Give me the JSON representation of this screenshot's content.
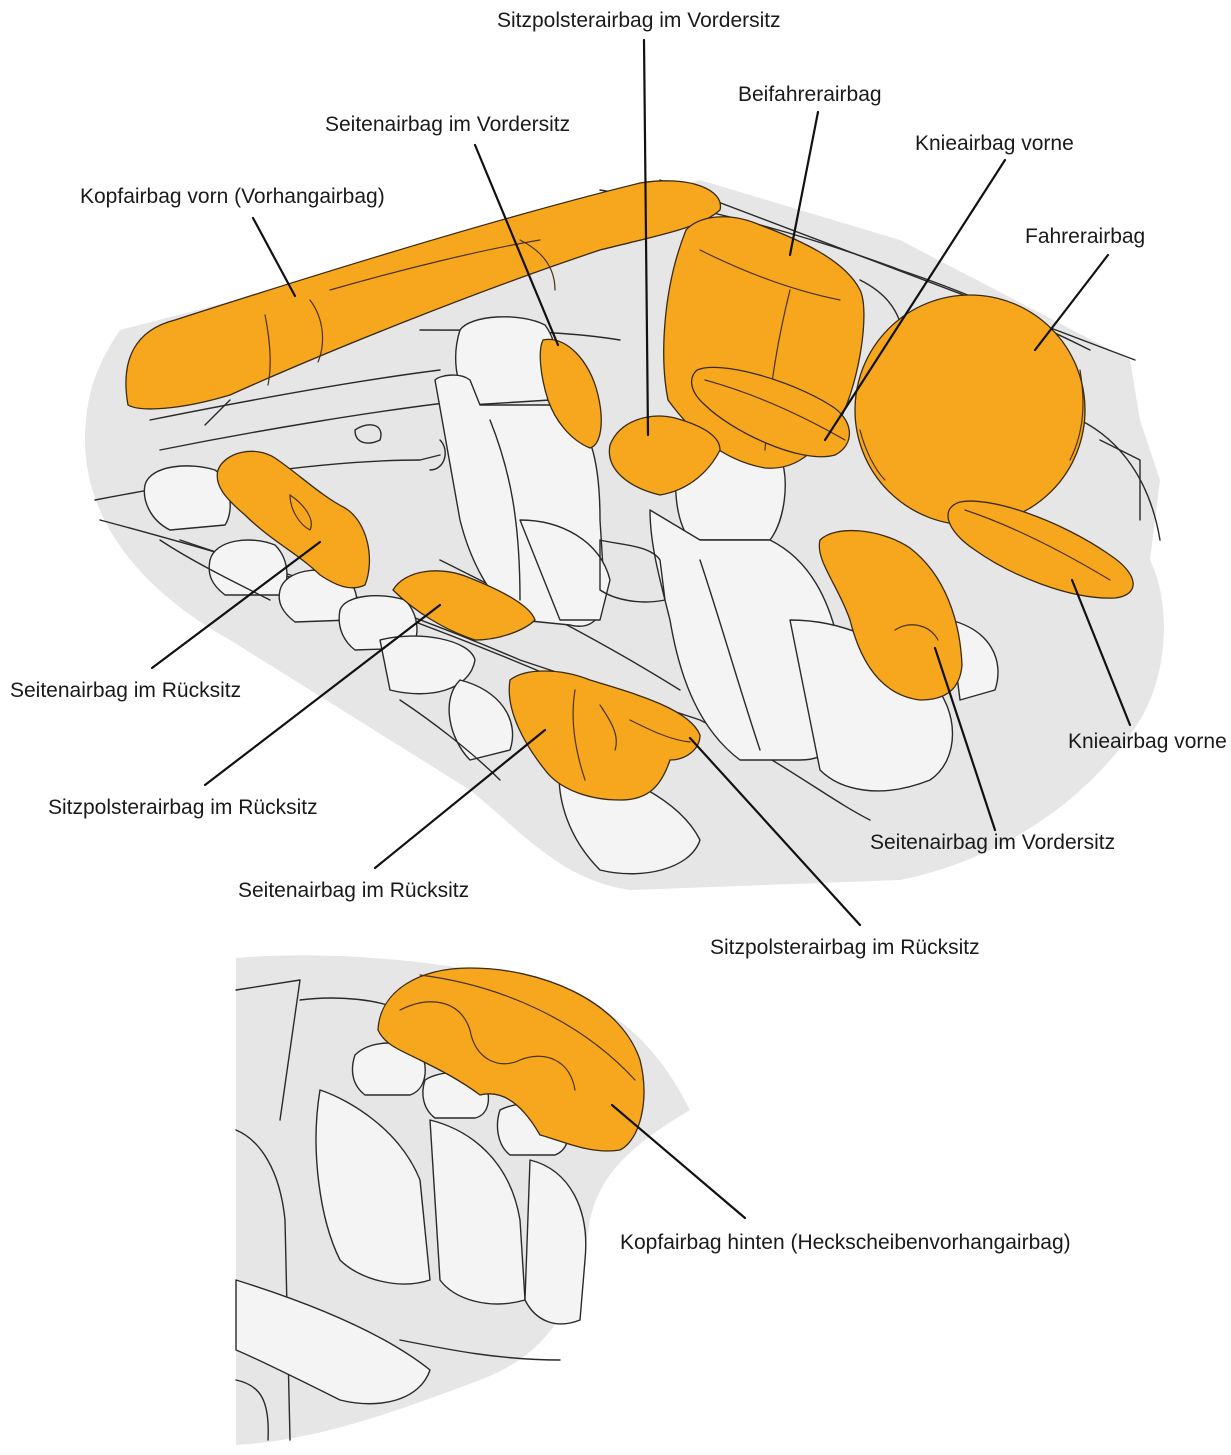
{
  "colors": {
    "airbag": "#f7a71e",
    "car_body": "#e6e6e6",
    "seat": "#f4f4f4",
    "line": "#2a2a2a",
    "leader": "#111111"
  },
  "labels": {
    "front_seat_cushion_top": "Sitzpolsterairbag im Vordersitz",
    "passenger": "Beifahrerairbag",
    "front_side_top": "Seitenairbag im Vordersitz",
    "knee_top": "Knieairbag vorne",
    "front_curtain": "Kopfairbag vorn (Vorhangairbag)",
    "driver": "Fahrerairbag",
    "rear_side_left": "Seitenairbag im Rücksitz",
    "knee_right": "Knieairbag vorne",
    "rear_cushion_left": "Sitzpolsterairbag im Rücksitz",
    "front_side_bottom": "Seitenairbag im Vordersitz",
    "rear_side_center": "Seitenairbag im Rücksitz",
    "rear_cushion_right": "Sitzpolsterairbag im Rücksitz",
    "rear_curtain": "Kopfairbag hinten (Heckscheibenvorhangairbag)"
  }
}
